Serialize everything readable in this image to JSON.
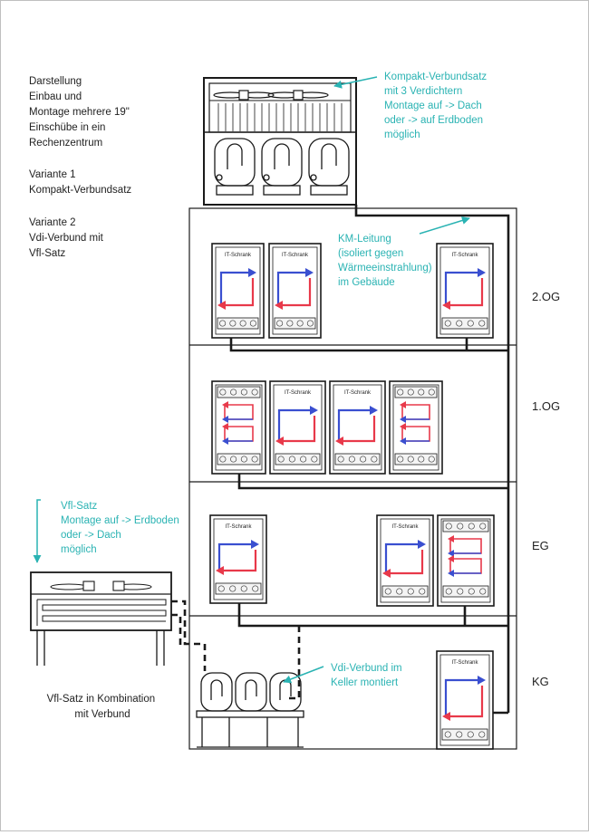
{
  "description_lines": [
    "Darstellung",
    "Einbau und",
    "Montage mehrere 19\"",
    "Einschübe in ein",
    "Rechenzentrum"
  ],
  "variant1_lines": [
    "Variante 1",
    "Kompakt-Verbundsatz"
  ],
  "variant2_lines": [
    "Variante 2",
    "Vdi-Verbund mit",
    "Vfl-Satz"
  ],
  "kompakt_note": {
    "lines": [
      "Kompakt-Verbundsatz",
      "mit 3 Verdichtern",
      "Montage auf  -> Dach",
      "oder           -> auf Erdboden",
      "möglich"
    ]
  },
  "km_note": {
    "lines": [
      "KM-Leitung",
      "(isoliert gegen",
      "Wärmeeinstrahlung)",
      "im Gebäude"
    ]
  },
  "vfl_note": {
    "lines": [
      "Vfl-Satz",
      "Montage auf -> Erdboden",
      "oder          -> Dach",
      "möglich"
    ]
  },
  "vdi_note": {
    "lines": [
      "Vdi-Verbund im",
      "Keller montiert"
    ]
  },
  "vfl_caption_lines": [
    "Vfl-Satz in Kombination",
    "mit Verbund"
  ],
  "floors": [
    "2.OG",
    "1.OG",
    "EG",
    "KG"
  ],
  "cabinet_label": "IT-Schrank",
  "colors": {
    "line": "#1a1a1a",
    "annotation": "#2ab3b3",
    "arrow_hot": "#e8394a",
    "arrow_cold": "#3a4fd0"
  }
}
